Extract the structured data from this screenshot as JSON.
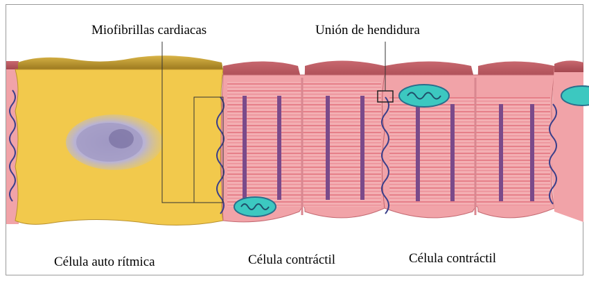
{
  "labels": {
    "myofibrils": "Miofibrillas cardiacas",
    "gap_junction": "Unión de hendidura",
    "autorhythmic_cell": "Célula auto rítmica",
    "contractile_cell_1": "Célula contráctil",
    "contractile_cell_2": "Célula contráctil"
  },
  "colors": {
    "autorhythmic_cell": "#f2c94c",
    "autorhythmic_top": "#c9a23a",
    "contractile_cell": "#f1a3a8",
    "contractile_top": "#b5575f",
    "sarcomere_band": "#7b4a8a",
    "mitochondria": "#3cc8c0",
    "nucleus": "#a9a4c8",
    "frame": "#9a9a9a"
  }
}
